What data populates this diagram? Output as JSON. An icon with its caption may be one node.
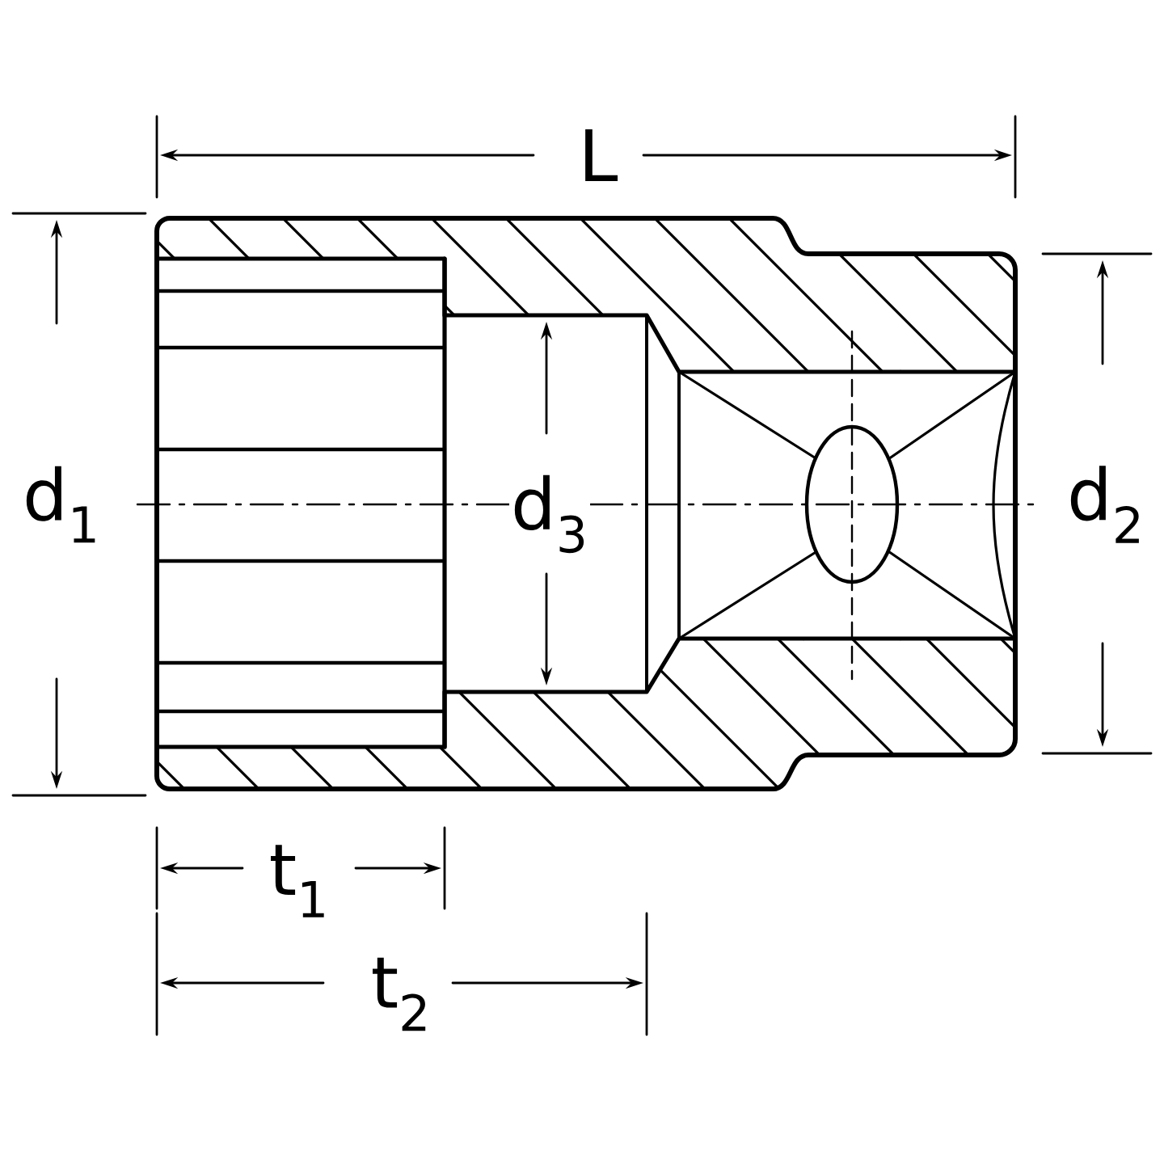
{
  "diagram": {
    "labels": [
      "L",
      "d$_{1}$",
      "d$_{3}$",
      "d$_{2}$",
      "t$_{1}$",
      "t$_{2}$"
    ]
  }
}
